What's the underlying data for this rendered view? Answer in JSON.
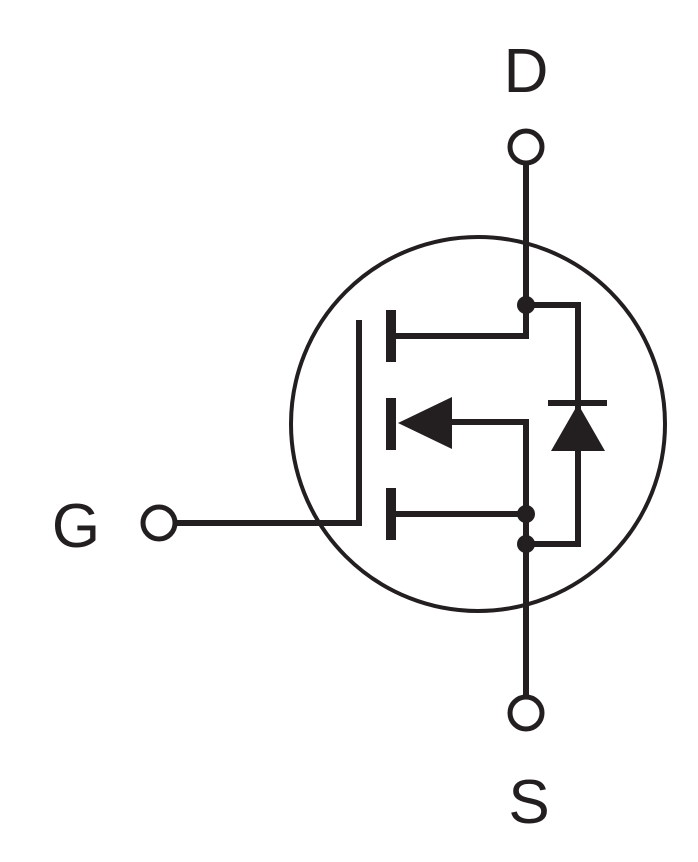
{
  "diagram": {
    "terminals": {
      "drain": "D",
      "gate": "G",
      "source": "S"
    },
    "colors": {
      "ink": "#231f20",
      "background": "#ffffff"
    }
  }
}
